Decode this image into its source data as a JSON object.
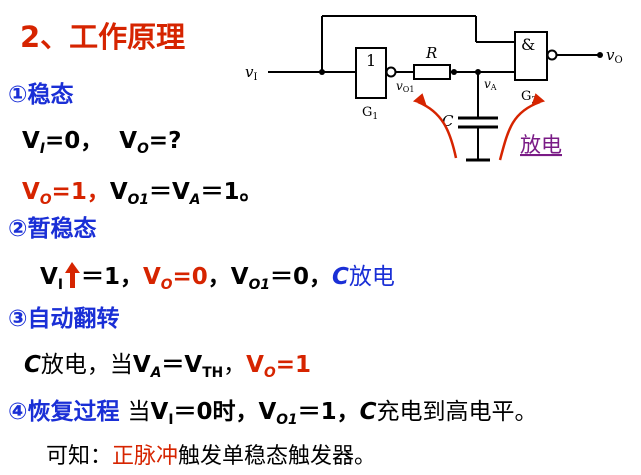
{
  "title": "2、工作原理",
  "circuit": {
    "input_label": "v",
    "input_sub": "I",
    "output_label": "v",
    "output_sub": "O",
    "vo1_label": "v",
    "vo1_sub": "O1",
    "va_label": "v",
    "va_sub": "A",
    "g1_symbol": "1",
    "g1_label": "G",
    "g1_sub": "1",
    "g2_symbol": "&",
    "g2_label": "G",
    "g2_sub": "2",
    "r_label": "R",
    "c_label": "C",
    "discharge_label": "放电",
    "colors": {
      "arrow": "#d62400",
      "discharge_text": "#7a1b86"
    }
  },
  "s1": {
    "heading": "①稳态"
  },
  "l1": {
    "v1": "V",
    "v1s": "I",
    "a": "=0，",
    "v2": "V",
    "v2s": "O",
    "b": "=?"
  },
  "l2": {
    "v1": "V",
    "v1s": "O",
    "a": "=1，",
    "v2": "V",
    "v2s": "O1",
    "b": "＝",
    "v3": "V",
    "v3s": "A",
    "c": "＝1。"
  },
  "s2": {
    "heading": "②暂稳态"
  },
  "l3": {
    "v1": "V",
    "v1s": "I",
    "a": "＝1，",
    "v2": "V",
    "v2s": "O",
    "b": "=0",
    "c": "，",
    "v3": "V",
    "v3s": "O1",
    "d": "＝0，",
    "e": "C",
    "f": "放电"
  },
  "s3": {
    "heading": "③自动翻转"
  },
  "l4": {
    "a": "C",
    "b": "放电，当",
    "v1": "V",
    "v1s": "A",
    "c": "＝",
    "v2": "V",
    "v2s": "TH",
    "d": "，",
    "v3": "V",
    "v3s": "O",
    "e": "=1"
  },
  "s4": {
    "heading": "④恢复过程"
  },
  "l5": {
    "a": "当",
    "v1": "V",
    "v1s": "I",
    "b": "＝0时，",
    "v2": "V",
    "v2s": "O1",
    "c": "＝1，",
    "d": "C",
    "e": "充电到高电平。"
  },
  "l6": {
    "a": "可知：",
    "b": "正脉冲",
    "c": "触发单稳态触发器。"
  }
}
